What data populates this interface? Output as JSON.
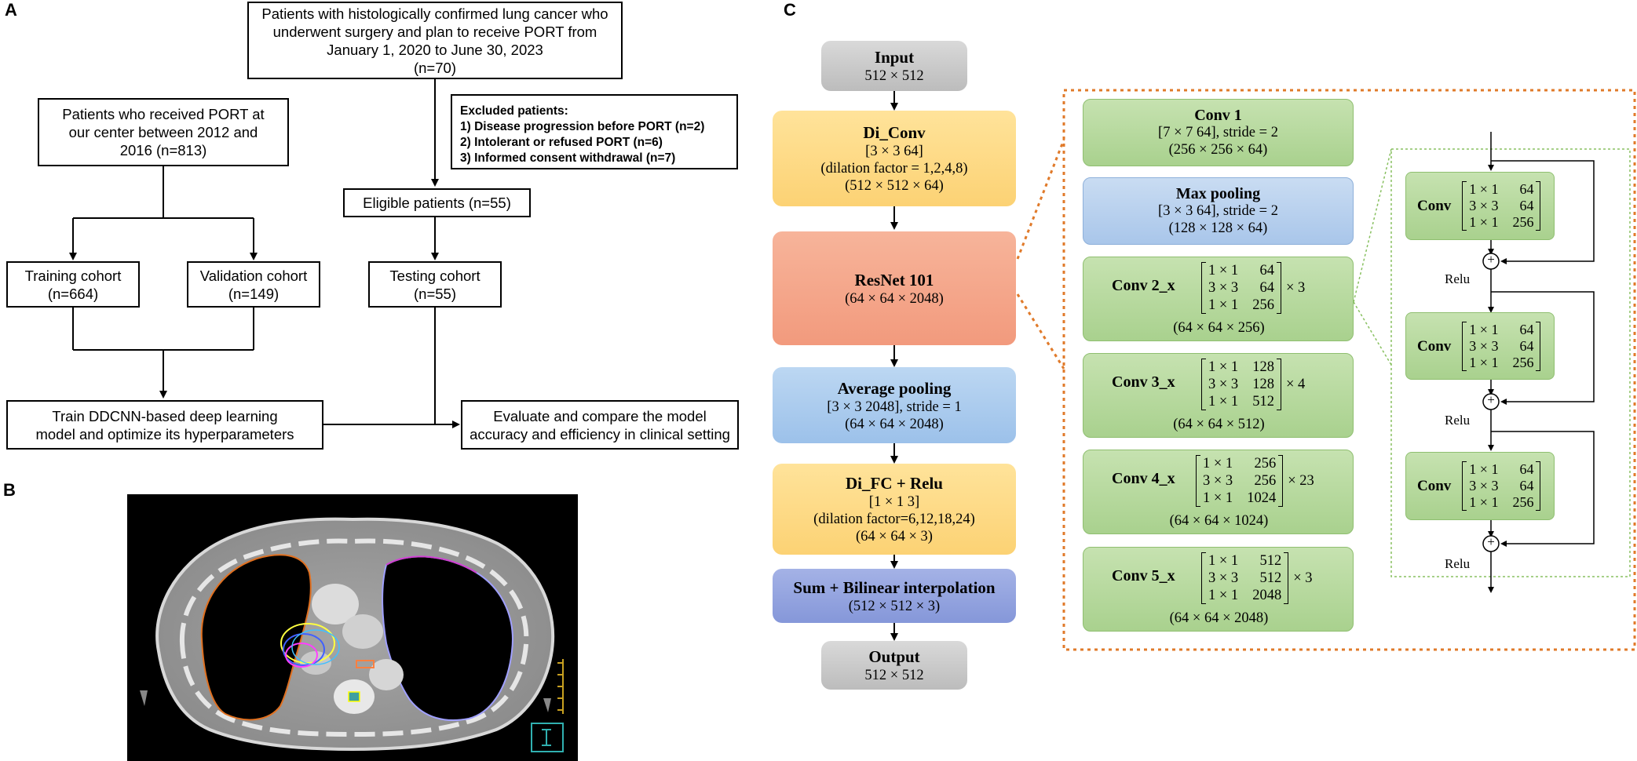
{
  "panel_labels": {
    "a": "A",
    "b": "B",
    "c": "C"
  },
  "flowchart": {
    "top": "Patients with histologically confirmed lung cancer who\nunderwent surgery and plan to receive PORT  from\nJanuary  1, 2020 to June 30, 2023\n(n=70)",
    "port_patients": "Patients who received PORT at\nour center between 2012 and\n2016 (n=813)",
    "excluded": {
      "title": "Excluded patients:",
      "items": [
        "1) Disease progression before PORT (n=2)",
        "2) Intolerant or refused PORT  (n=6)",
        "3) Informed consent withdrawal (n=7)"
      ]
    },
    "eligible": "Eligible patients (n=55)",
    "training": "Training cohort\n(n=664)",
    "validation": "Validation cohort\n(n=149)",
    "testing": "Testing cohort\n(n=55)",
    "train_model": "Train  DDCNN-based deep learning\nmodel and optimize its hyperparameters",
    "evaluate": "Evaluate and compare the model\naccuracy and efficiency in clinical setting"
  },
  "network": {
    "input": {
      "title": "Input",
      "dims": "512 × 512"
    },
    "di_conv": {
      "title": "Di_Conv",
      "kernel": "[3 × 3    64]",
      "note": "(dilation factor = 1,2,4,8)",
      "dims": "(512 × 512 × 64)"
    },
    "resnet": {
      "title": "ResNet 101",
      "dims": "(64 × 64 × 2048)"
    },
    "avg_pool": {
      "title": "Average pooling",
      "kernel": "[3 × 3    2048], stride = 1",
      "dims": "(64 × 64 × 2048)"
    },
    "di_fc": {
      "title": "Di_FC + Relu",
      "kernel": "[1 × 1    3]",
      "note": "(dilation factor=6,12,18,24)",
      "dims": "(64 × 64 × 3)"
    },
    "sum": {
      "title": "Sum + Bilinear interpolation",
      "dims": "(512 × 512 × 3)"
    },
    "output": {
      "title": "Output",
      "dims": "512 × 512"
    }
  },
  "resnet_detail": {
    "conv1": {
      "title": "Conv 1",
      "kernel": "[7 × 7    64], stride = 2",
      "dims": "(256 × 256 × 64)"
    },
    "maxpool": {
      "title": "Max pooling",
      "kernel": "[3 × 3    64], stride = 2",
      "dims": "(128 × 128 × 64)"
    },
    "conv2": {
      "title": "Conv 2_x",
      "rows": [
        [
          "1 × 1",
          "64"
        ],
        [
          "3 × 3",
          "64"
        ],
        [
          "1 × 1",
          "256"
        ]
      ],
      "mult": "× 3",
      "dims": "(64 × 64 × 256)"
    },
    "conv3": {
      "title": "Conv 3_x",
      "rows": [
        [
          "1 × 1",
          "128"
        ],
        [
          "3 × 3",
          "128"
        ],
        [
          "1 × 1",
          "512"
        ]
      ],
      "mult": "× 4",
      "dims": "(64 × 64 × 512)"
    },
    "conv4": {
      "title": "Conv 4_x",
      "rows": [
        [
          "1 × 1",
          "256"
        ],
        [
          "3 × 3",
          "256"
        ],
        [
          "1 × 1",
          "1024"
        ]
      ],
      "mult": "× 23",
      "dims": "(64 × 64 × 1024)"
    },
    "conv5": {
      "title": "Conv 5_x",
      "rows": [
        [
          "1 × 1",
          "512"
        ],
        [
          "3 × 3",
          "512"
        ],
        [
          "1 × 1",
          "2048"
        ]
      ],
      "mult": "× 3",
      "dims": "(64 × 64 × 2048)"
    }
  },
  "bottleneck": {
    "title": "Conv",
    "rows": [
      [
        "1 × 1",
        "64"
      ],
      [
        "3 × 3",
        "64"
      ],
      [
        "1 × 1",
        "256"
      ]
    ],
    "relu": "Relu",
    "plus": "+"
  }
}
